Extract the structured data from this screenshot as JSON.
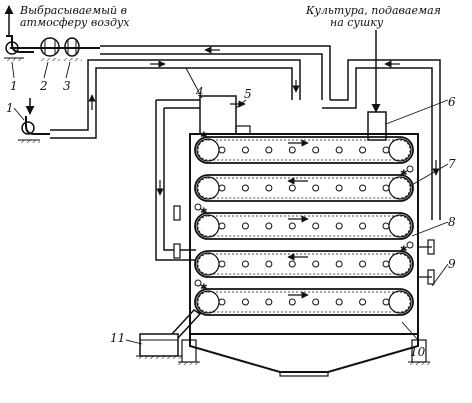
{
  "labels": {
    "exhaust_air_line1": "Выбрасываемый в",
    "exhaust_air_line2": "атмосферу воздух",
    "culture_line1": "Культура, подаваемая",
    "culture_line2": "на сушку"
  },
  "callouts": [
    "1",
    "2",
    "3",
    "1",
    "4",
    "5",
    "6",
    "7",
    "8",
    "9",
    "10",
    "11"
  ],
  "belts": {
    "count": 5,
    "flow_direction": [
      "right",
      "left",
      "right",
      "left",
      "right"
    ]
  },
  "colors": {
    "ink": "#111111",
    "background": "#ffffff"
  }
}
